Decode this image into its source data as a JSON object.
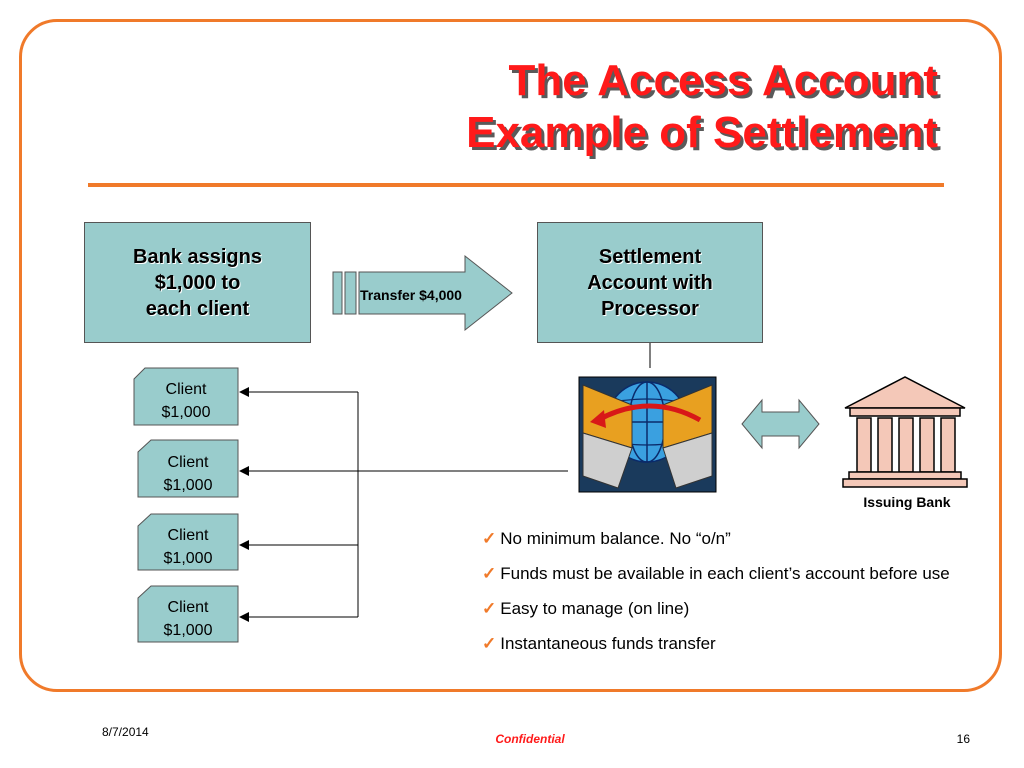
{
  "slide": {
    "title_line1": "The Access Account",
    "title_line2": "Example of Settlement"
  },
  "diagram": {
    "bank_box": "Bank assigns\n$1,000 to\neach client",
    "transfer_label": "Transfer $4,000",
    "settlement_box": "Settlement\nAccount with\nProcessor",
    "clients": [
      {
        "label": "Client\n$1,000"
      },
      {
        "label": "Client\n$1,000"
      },
      {
        "label": "Client\n$1,000"
      },
      {
        "label": "Client\n$1,000"
      }
    ],
    "issuing_bank_label": "Issuing Bank",
    "icons": [
      "transfer-arrow-icon",
      "network-computers-icon",
      "double-arrow-icon",
      "bank-building-icon",
      "checkmark-icon"
    ]
  },
  "bullets": [
    "No minimum balance.  No “o/n”",
    "Funds must be available in each client’s account before use",
    "Easy to manage (on line)",
    "Instantaneous funds transfer"
  ],
  "footer": {
    "date": "8/7/2014",
    "confidential": "Confidential",
    "page": "16"
  },
  "colors": {
    "frame_orange": "#f07a2a",
    "title_red": "#ff1a1a",
    "box_teal": "#99cccc"
  }
}
